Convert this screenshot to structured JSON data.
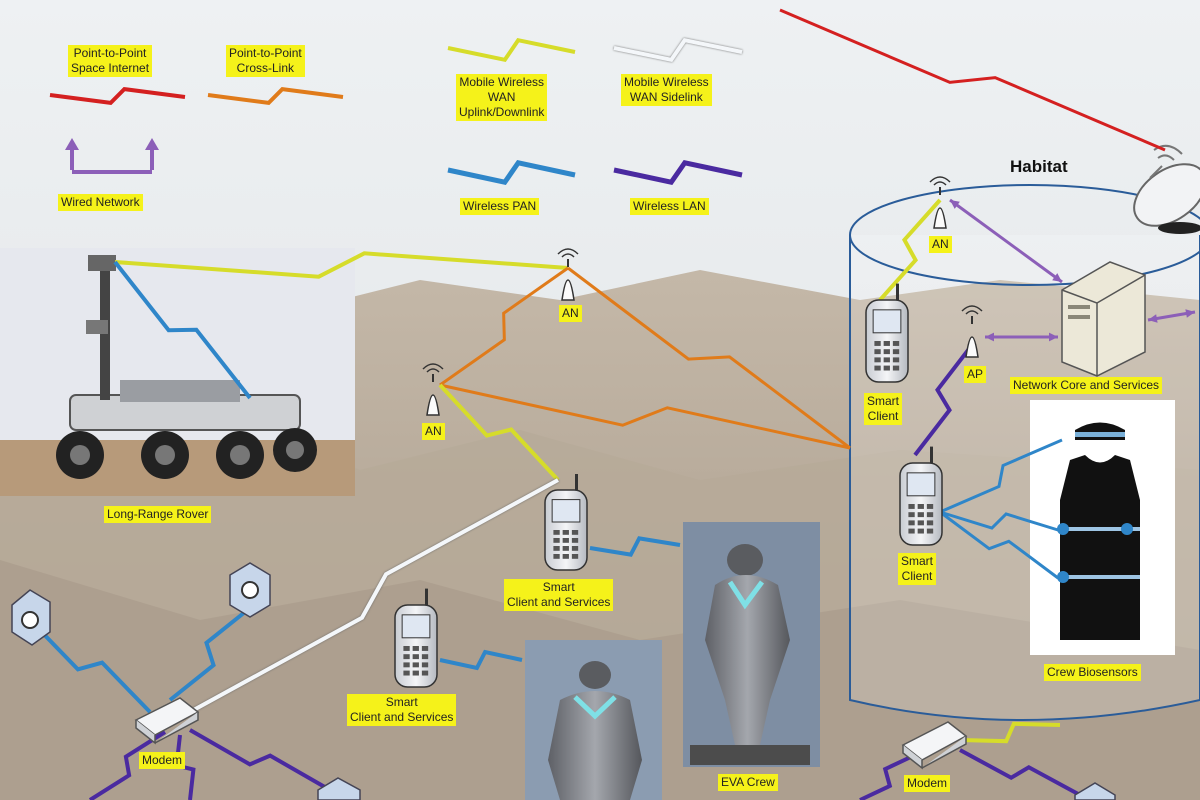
{
  "legend": {
    "p2p_space_internet": "Point-to-Point\nSpace Internet",
    "p2p_cross_link": "Point-to-Point\nCross-Link",
    "mobile_wan_uplink": "Mobile Wireless\nWAN\nUplink/Downlink",
    "mobile_wan_sidelink": "Mobile Wireless\nWAN Sidelink",
    "wired_network": "Wired Network",
    "wireless_pan": "Wireless PAN",
    "wireless_lan": "Wireless LAN"
  },
  "colors": {
    "space_internet": "#d42020",
    "cross_link": "#e07b1a",
    "wan_uplink": "#d6dc2a",
    "wan_sidelink": "#e8eef2",
    "wired": "#8c5fb8",
    "pan": "#2f86c9",
    "lan": "#4a2aa0"
  },
  "labels": {
    "habitat": "Habitat",
    "an_top": "AN",
    "an_mid": "AN",
    "an_habitat": "AN",
    "ap": "AP",
    "network_core": "Network Core and Services",
    "smart_client_hab1": "Smart\nClient",
    "smart_client_hab2": "Smart\nClient",
    "crew_biosensors": "Crew Biosensors",
    "long_range_rover": "Long-Range Rover",
    "smart_client_services_1": "Smart\nClient and Services",
    "smart_client_services_2": "Smart\nClient and Services",
    "eva_crew": "EVA Crew",
    "modem_left": "Modem",
    "modem_right": "Modem"
  }
}
